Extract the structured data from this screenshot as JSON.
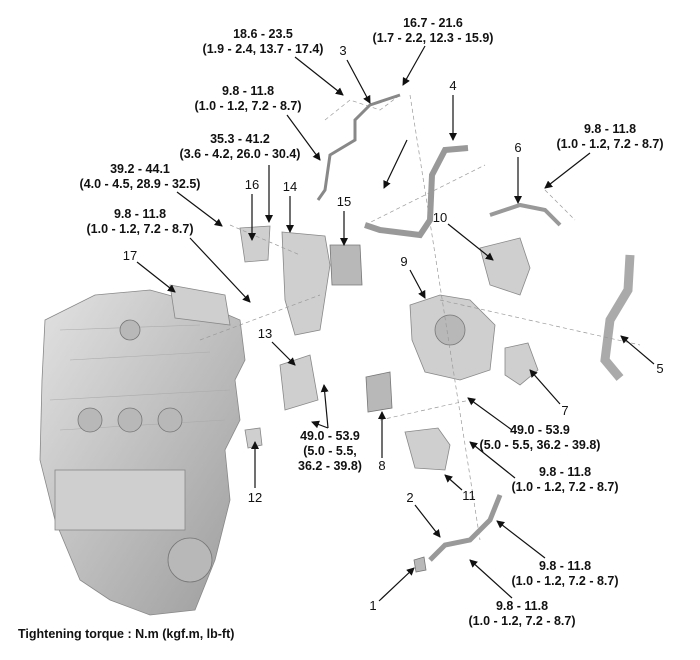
{
  "torques": {
    "t_18_6": {
      "value": "18.6 - 23.5",
      "sub": "(1.9 - 2.4, 13.7 - 17.4)"
    },
    "t_16_7": {
      "value": "16.7 - 21.6",
      "sub": "(1.7 - 2.2, 12.3 - 15.9)"
    },
    "t_9_8_a": {
      "value": "9.8 - 11.8",
      "sub": "(1.0 - 1.2, 7.2 - 8.7)"
    },
    "t_35_3": {
      "value": "35.3 - 41.2",
      "sub": "(3.6 - 4.2, 26.0 - 30.4)"
    },
    "t_39_2": {
      "value": "39.2 - 44.1",
      "sub": "(4.0 - 4.5, 28.9 - 32.5)"
    },
    "t_9_8_b": {
      "value": "9.8 - 11.8",
      "sub": "(1.0 - 1.2, 7.2 - 8.7)"
    },
    "t_9_8_c": {
      "value": "9.8 - 11.8",
      "sub": "(1.0 - 1.2, 7.2 - 8.7)"
    },
    "t_49_0_a": {
      "value": "49.0 - 53.9",
      "sub": "(5.0 - 5.5, 36.2 - 39.8)"
    },
    "t_49_0_b": {
      "value": "49.0 - 53.9",
      "sub1": "(5.0 - 5.5,",
      "sub2": "36.2 - 39.8)"
    },
    "t_9_8_d": {
      "value": "9.8 - 11.8",
      "sub": "(1.0 - 1.2, 7.2 - 8.7)"
    },
    "t_9_8_e": {
      "value": "9.8 - 11.8",
      "sub": "(1.0 - 1.2, 7.2 - 8.7)"
    },
    "t_9_8_f": {
      "value": "9.8 - 11.8",
      "sub": "(1.0 - 1.2, 7.2 - 8.7)"
    }
  },
  "callouts": [
    "1",
    "2",
    "3",
    "4",
    "5",
    "6",
    "7",
    "8",
    "9",
    "10",
    "11",
    "12",
    "13",
    "14",
    "15",
    "16",
    "17"
  ],
  "footer": "Tightening torque : N.m (kgf.m, lb-ft)"
}
